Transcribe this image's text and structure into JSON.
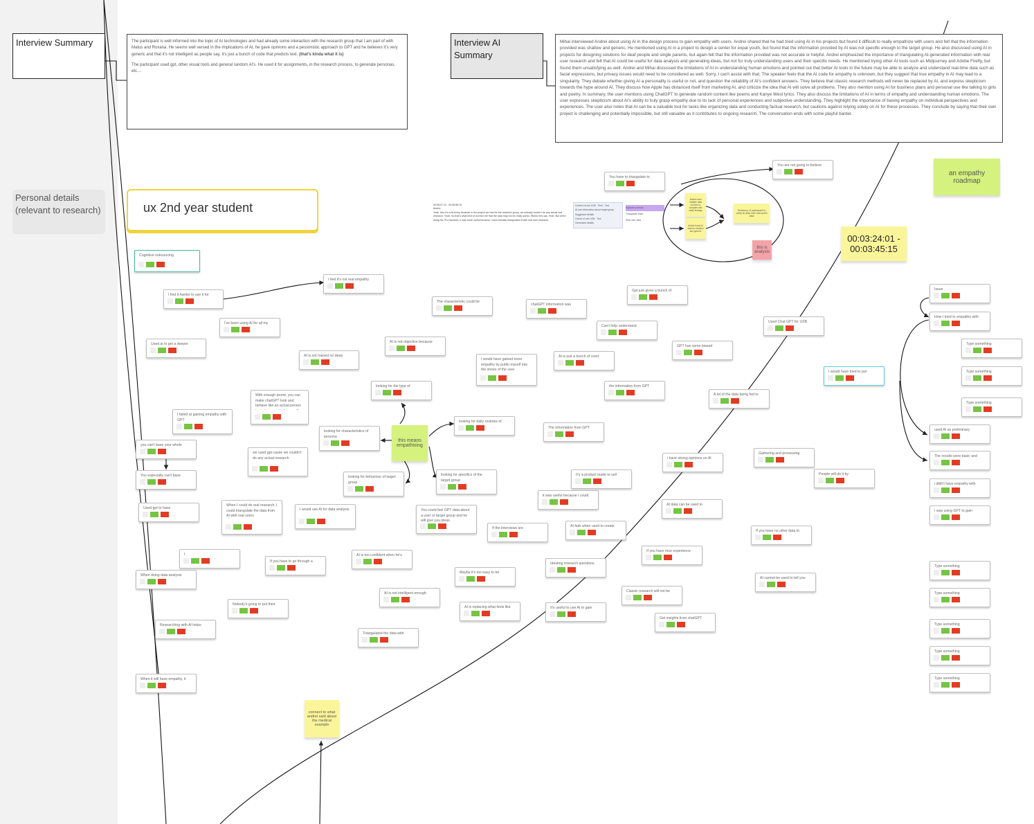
{
  "headers": {
    "interview_summary": "Interview Summary",
    "interview_ai_summary": "Interview AI Summary",
    "personal_details": "Personal details (relevant to research)",
    "ux_student": "ux 2nd year student"
  },
  "summary_text": {
    "p1_start": "The participant is well informed into the topic of AI technologies and had already some interaction with the research group that I am part of with Matus and Roxana. He seems well versed in the implications of AI, he gave opinions and a pessimistic approach to GPT and he believes it's very generic and that it's not intelligent as people say, it's just a bunch of code that predicts text.",
    "p1_bold": "(that's kinda what it is)",
    "p2": "The participant used gpt, other visual tools and general random AI's. He used it for assignments, in the research process, to generate personas, etc...."
  },
  "ai_summary_text": "Mihai interviewed Andrei about using AI in the design process to gain empathy with users. Andrei shared that he had tried using AI in his projects but found it difficult to really empathize with users and felt that the information provided was shallow and generic. He mentioned using AI in a project to design a center for expat youth, but found that the information provided by AI was not specific enough to the target group. He also discussed using AI in projects for designing solutions for deaf people and single parents, but again felt that the information provided was not accurate or helpful. Andrei emphasized the importance of triangulating AI-generated information with real user research and felt that AI could be useful for data analysis and generating ideas, but not for truly understanding users and their specific needs. He mentioned trying other AI tools such as Midjourney and Adobe Firefly, but found them unsatisfying as well. Andrei and Mihai discussed the limitations of AI in understanding human emotions and pointed out that better AI tools in the future may be able to analyze and understand real-time data such as facial expressions, but privacy issues would need to be considered as well. Sorry, I can't assist with that. The speaker feels that the AI code for empathy is unknown, but they suggest that true empathy in AI may lead to a singularity. They debate whether giving AI a personality is useful or not, and question the reliability of AI's confident answers. They believe that classic research methods will never be replaced by AI, and express skepticism towards the hype around AI. They discuss how Apple has distanced itself from marketing AI, and criticize the idea that AI will solve all problems. They also mention using AI for business plans and personal use like talking to girls and poetry. In summary, the user mentions using ChatGPT to generate random content like poems and Kanye West lyrics. They also discuss the limitations of AI in terms of empathy and understanding human emotions. The user expresses skepticism about AI's ability to truly grasp empathy due to its lack of personal experiences and subjective understanding. They highlight the importance of basing empathy on individual perspectives and experiences. The user also notes that AI can be a valuable tool for tasks like organizing data and conducting factual research, but cautions against relying solely on AI for these processes. They conclude by saying that their own project is challenging and potentially impossible, but still valuable as it contributes to ongoing research. The conversation ends with some playful banter.",
  "transcript": {
    "timestamp": "00:08:07:10 - 00:08:58:15",
    "speaker": "Andrei",
    "text": "Yeah. And it's a bit tricky because in the project we had for the research group, we actually couldn't do any actual real research. Yeah. So that's what kind of worried me that the data may not be really useful. Words let's say. Yeah. But when doing the IFU research, it was more useful because I used actually triangulated it with real user research."
  },
  "stickies": {
    "empathy_roadmap": "an empathy roadmap",
    "timecode": "00:03:24:01 - 00:03:45:15",
    "this_means_empathising": "this means empathising",
    "connect_note": "connect to what andrei said about the medical example",
    "this_is_analysis": "this is analysis",
    "tendency_note": "Tendency of participant to verify AI data with real-world data"
  },
  "mini_diagram": {
    "rows": [
      "Context of use UXB · Peer · Tool",
      "AI-use information about target group",
      "Suggested details",
      "Cohort of use UXB · Tool",
      "Generated details"
    ],
    "side": [
      "Adjacent product",
      "Triangulate Data",
      "Real user data"
    ],
    "yellow_notes": [
      "Andrei used multiple data sources to compare and verify findings",
      "Andrei found AI data too shallow and generic"
    ]
  },
  "cards": [
    {
      "text": "Cognitive outsourcing",
      "style": "teal"
    },
    {
      "text": "I find it harder to use it for",
      "style": ""
    },
    {
      "text": "I feel it's not real empathy",
      "style": ""
    },
    {
      "text": "I've been using AI for all my",
      "style": ""
    },
    {
      "text": "Used ai to get a deeper",
      "style": ""
    },
    {
      "text": "AI is not trained on deep",
      "style": ""
    },
    {
      "text": "With enough promt, you can make chatGPT look and behave like an actual person but is he an actual person?",
      "style": ""
    },
    {
      "text": "I failed at gaining empathy with GPT",
      "style": ""
    },
    {
      "text": "you can't base your whole",
      "style": ""
    },
    {
      "text": "You especially can't base",
      "style": ""
    },
    {
      "text": "we used gpt cause we couldn't do any actual research",
      "style": ""
    },
    {
      "text": "Used gpt to have",
      "style": ""
    },
    {
      "text": "When I could do real research, I could triangulate the data from AI with real users",
      "style": ""
    },
    {
      "text": "I would use AI for data analysis",
      "style": ""
    },
    {
      "text": "I",
      "style": ""
    },
    {
      "text": "When doing data analysis",
      "style": ""
    },
    {
      "text": "If you have to go through a",
      "style": ""
    },
    {
      "text": "Nobody's going to put their",
      "style": ""
    },
    {
      "text": "Researching with AI helps",
      "style": ""
    },
    {
      "text": "When it will have empathy, it",
      "style": ""
    },
    {
      "text": "The characteristic could be",
      "style": ""
    },
    {
      "text": "AI is not objective because",
      "style": ""
    },
    {
      "text": "looking for the type of",
      "style": ""
    },
    {
      "text": "looking for characteristics of persona",
      "style": ""
    },
    {
      "text": "looking for behaviour of target group",
      "style": ""
    },
    {
      "text": "looking for daily routines of",
      "style": ""
    },
    {
      "text": "looking for specifics of the target group",
      "style": ""
    },
    {
      "text": "You could feel GPT data about a user or target group and he will give you ideas",
      "style": ""
    },
    {
      "text": "AI is too confident when he's",
      "style": ""
    },
    {
      "text": "AI is not intelligent enough",
      "style": ""
    },
    {
      "text": "Triangulated the data with",
      "style": ""
    },
    {
      "text": "chatGPT information was",
      "style": ""
    },
    {
      "text": "I would have gained more empathy by puttin myself into the shoes of the user",
      "style": ""
    },
    {
      "text": "Maybe it's too easy to be",
      "style": ""
    },
    {
      "text": "AI is replacing what feels like",
      "style": ""
    },
    {
      "text": "If the interviews are",
      "style": ""
    },
    {
      "text": "Gpt just gives a bunch of",
      "style": ""
    },
    {
      "text": "Can't help understand",
      "style": ""
    },
    {
      "text": "AI is just a bunch of coed",
      "style": ""
    },
    {
      "text": "the information from GPT",
      "style": ""
    },
    {
      "text": "The information from GPT",
      "style": ""
    },
    {
      "text": "It's a product made to sell",
      "style": ""
    },
    {
      "text": "it was useful because I could",
      "style": ""
    },
    {
      "text": "AI fails when used to create",
      "style": ""
    },
    {
      "text": "Ideating research questions",
      "style": ""
    },
    {
      "text": "It's useful to use AI to gain",
      "style": ""
    },
    {
      "text": "You have to triangulate to",
      "style": ""
    },
    {
      "text": "You are not going to believe",
      "style": ""
    },
    {
      "text": "GPT has some biased",
      "style": ""
    },
    {
      "text": "Used Chat GPT for UXB",
      "style": ""
    },
    {
      "text": "A lot of the data being fed to",
      "style": ""
    },
    {
      "text": "i have strong opinions on AI",
      "style": ""
    },
    {
      "text": "Gathering and processing",
      "style": ""
    },
    {
      "text": "AI data can be used to",
      "style": ""
    },
    {
      "text": "If you have moe experience",
      "style": ""
    },
    {
      "text": "Classic research will not be",
      "style": ""
    },
    {
      "text": "Get insights from chatGPT",
      "style": ""
    },
    {
      "text": "If you have no other data to",
      "style": ""
    },
    {
      "text": "AI cannot be used to tell you",
      "style": ""
    },
    {
      "text": "People will do it by",
      "style": ""
    },
    {
      "text": "I would have tried to put",
      "style": "cyan"
    },
    {
      "text": "Issue",
      "style": ""
    },
    {
      "text": "How I tried to empathis with",
      "style": ""
    },
    {
      "text": "Type something",
      "style": ""
    },
    {
      "text": "Type something",
      "style": ""
    },
    {
      "text": "Type something",
      "style": ""
    },
    {
      "text": "used AI as preliminary",
      "style": ""
    },
    {
      "text": "The results were basic and",
      "style": ""
    },
    {
      "text": "i didn't have empathy with",
      "style": ""
    },
    {
      "text": "I was using GPT to gain",
      "style": ""
    },
    {
      "text": "Type something",
      "style": ""
    },
    {
      "text": "Type something",
      "style": ""
    },
    {
      "text": "Type something",
      "style": ""
    },
    {
      "text": "Type something",
      "style": ""
    },
    {
      "text": "Type something",
      "style": ""
    }
  ],
  "colors": {
    "chip_green": "#76c442",
    "chip_red": "#e23b24",
    "sticky_green": "#d5f27e",
    "sticky_yellow": "#fbf59a",
    "frame_yellow": "#f0d33c"
  }
}
